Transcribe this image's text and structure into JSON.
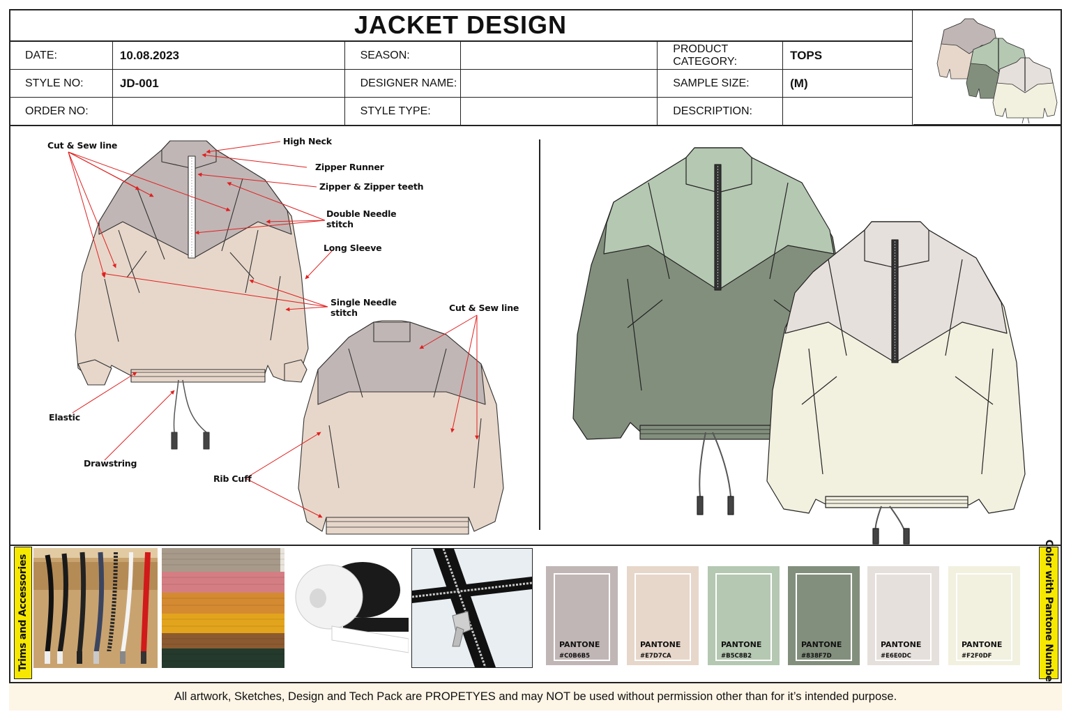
{
  "header": {
    "title": "JACKET DESIGN",
    "date_label": "DATE:",
    "date_value": "10.08.2023",
    "season_label": "SEASON:",
    "season_value": "",
    "category_label": "PRODUCT CATEGORY:",
    "category_value": "TOPS",
    "style_no_label": "STYLE NO:",
    "style_no_value": "JD-001",
    "designer_label": "DESIGNER NAME:",
    "designer_value": "",
    "sample_size_label": "SAMPLE SIZE:",
    "sample_size_value": "(M)",
    "order_no_label": "ORDER NO:",
    "order_no_value": "",
    "style_type_label": "STYLE TYPE:",
    "style_type_value": "",
    "description_label": "DESCRIPTION:",
    "description_value": ""
  },
  "callouts": {
    "cut_sew_front": "Cut & Sew line",
    "high_neck": "High Neck",
    "zipper_runner": "Zipper Runner",
    "zipper_teeth": "Zipper & Zipper teeth",
    "double_needle_1": "Double Needle",
    "double_needle_2": "stitch",
    "long_sleeve": "Long Sleeve",
    "single_needle_1": "Single Needle",
    "single_needle_2": "stitch",
    "cut_sew_back": "Cut & Sew line",
    "elastic": "Elastic",
    "drawstring": "Drawstring",
    "rib_cuff": "Rib Cuff"
  },
  "colors": {
    "mauve": "#C0B6B5",
    "blush": "#E7D7CA",
    "sage": "#B5C8B2",
    "olive": "#838F7D",
    "stone": "#E6E0DC",
    "cream": "#F2F0DF",
    "label_yellow": "#F6E800",
    "callout_red": "#E02020"
  },
  "trims": {
    "label": "Trims and Accessories",
    "items": [
      "drawcord-photo",
      "rib-fabric-photo",
      "elastic-tape-photo",
      "zipper-photo"
    ]
  },
  "pantone": {
    "label": "Color with Pantone Number",
    "swatches": [
      {
        "word": "PANTONE",
        "code": "#C0B6B5"
      },
      {
        "word": "PANTONE",
        "code": "#E7D7CA"
      },
      {
        "word": "PANTONE",
        "code": "#B5C8B2"
      },
      {
        "word": "PANTONE",
        "code": "#838F7D"
      },
      {
        "word": "PANTONE",
        "code": "#E6E0DC"
      },
      {
        "word": "PANTONE",
        "code": "#F2F0DF"
      }
    ]
  },
  "footer": {
    "text": "All artwork, Sketches, Design and Tech Pack are PROPETYES and may NOT be used without permission other than for it’s intended purpose."
  }
}
